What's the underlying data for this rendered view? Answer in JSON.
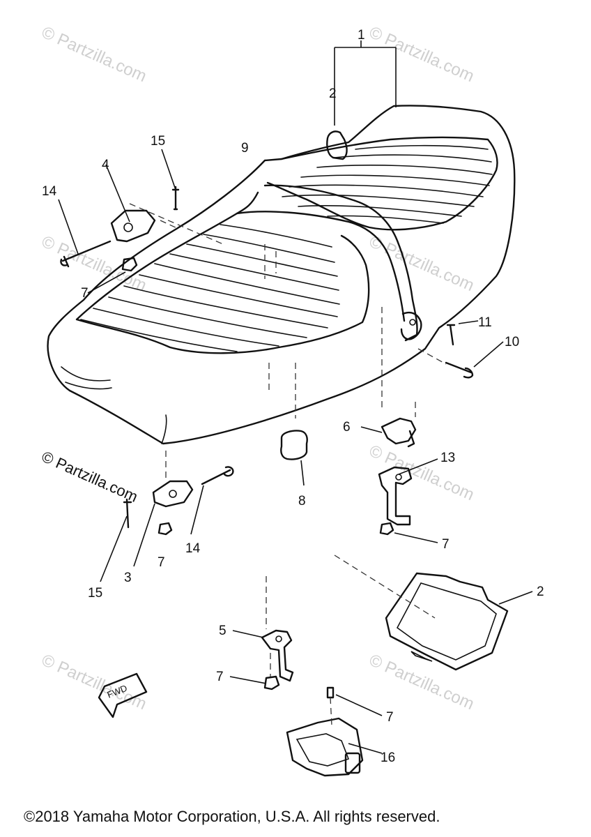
{
  "watermark": "© Partzilla.com",
  "copyright": "©2018  Yamaha Motor Corporation, U.S.A. All rights reserved.",
  "fwd_label": "FWD",
  "callouts": [
    {
      "id": "c-1",
      "text": "1"
    },
    {
      "id": "c-2-top",
      "text": "2"
    },
    {
      "id": "c-9",
      "text": "9"
    },
    {
      "id": "c-15-top",
      "text": "15"
    },
    {
      "id": "c-4",
      "text": "4"
    },
    {
      "id": "c-14-left",
      "text": "14"
    },
    {
      "id": "c-7-left",
      "text": "7"
    },
    {
      "id": "c-11",
      "text": "11"
    },
    {
      "id": "c-10",
      "text": "10"
    },
    {
      "id": "c-6",
      "text": "6"
    },
    {
      "id": "c-13",
      "text": "13"
    },
    {
      "id": "c-8",
      "text": "8"
    },
    {
      "id": "c-7-right",
      "text": "7"
    },
    {
      "id": "c-14-bottom",
      "text": "14"
    },
    {
      "id": "c-7-mid",
      "text": "7"
    },
    {
      "id": "c-3",
      "text": "3"
    },
    {
      "id": "c-15-bottom",
      "text": "15"
    },
    {
      "id": "c-2-right",
      "text": "2"
    },
    {
      "id": "c-5",
      "text": "5"
    },
    {
      "id": "c-7-lower",
      "text": "7"
    },
    {
      "id": "c-7-bottom",
      "text": "7"
    },
    {
      "id": "c-16",
      "text": "16"
    }
  ]
}
